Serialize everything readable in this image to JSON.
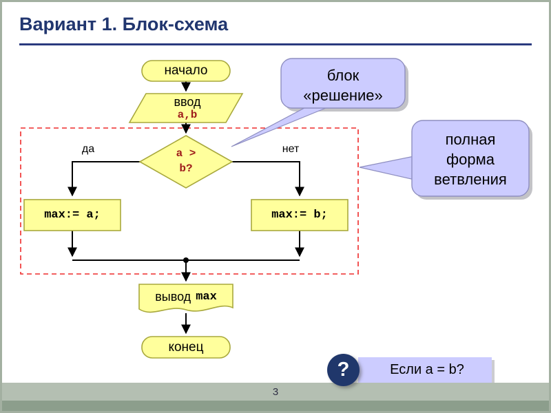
{
  "slide": {
    "title": "Вариант 1. Блок-схема",
    "page_number": "3"
  },
  "flowchart": {
    "start": "начало",
    "input_label": "ввод",
    "input_vars": "a,b",
    "decision_line1": "a >",
    "decision_line2": "b?",
    "branch_yes": "да",
    "branch_no": "нет",
    "assign_left": "max:= a;",
    "assign_right": "max:= b;",
    "output_label": "вывод",
    "output_var": "max",
    "end": "конец"
  },
  "callouts": {
    "decision": {
      "line1": "блок",
      "line2": "«решение»"
    },
    "full_form": {
      "line1": "полная",
      "line2": "форма",
      "line3": "ветвления"
    }
  },
  "question": {
    "icon": "?",
    "text": "Если a = b?"
  },
  "colors": {
    "accent_navy": "#21366F",
    "shape_fill": "#FFFF9C",
    "shape_border": "#A8A83C",
    "code_red": "#9E1B1B",
    "callout_fill": "#CCCCFF",
    "dashed_region_red": "#EE2A2A",
    "footer_green": "#8C9E8C"
  }
}
